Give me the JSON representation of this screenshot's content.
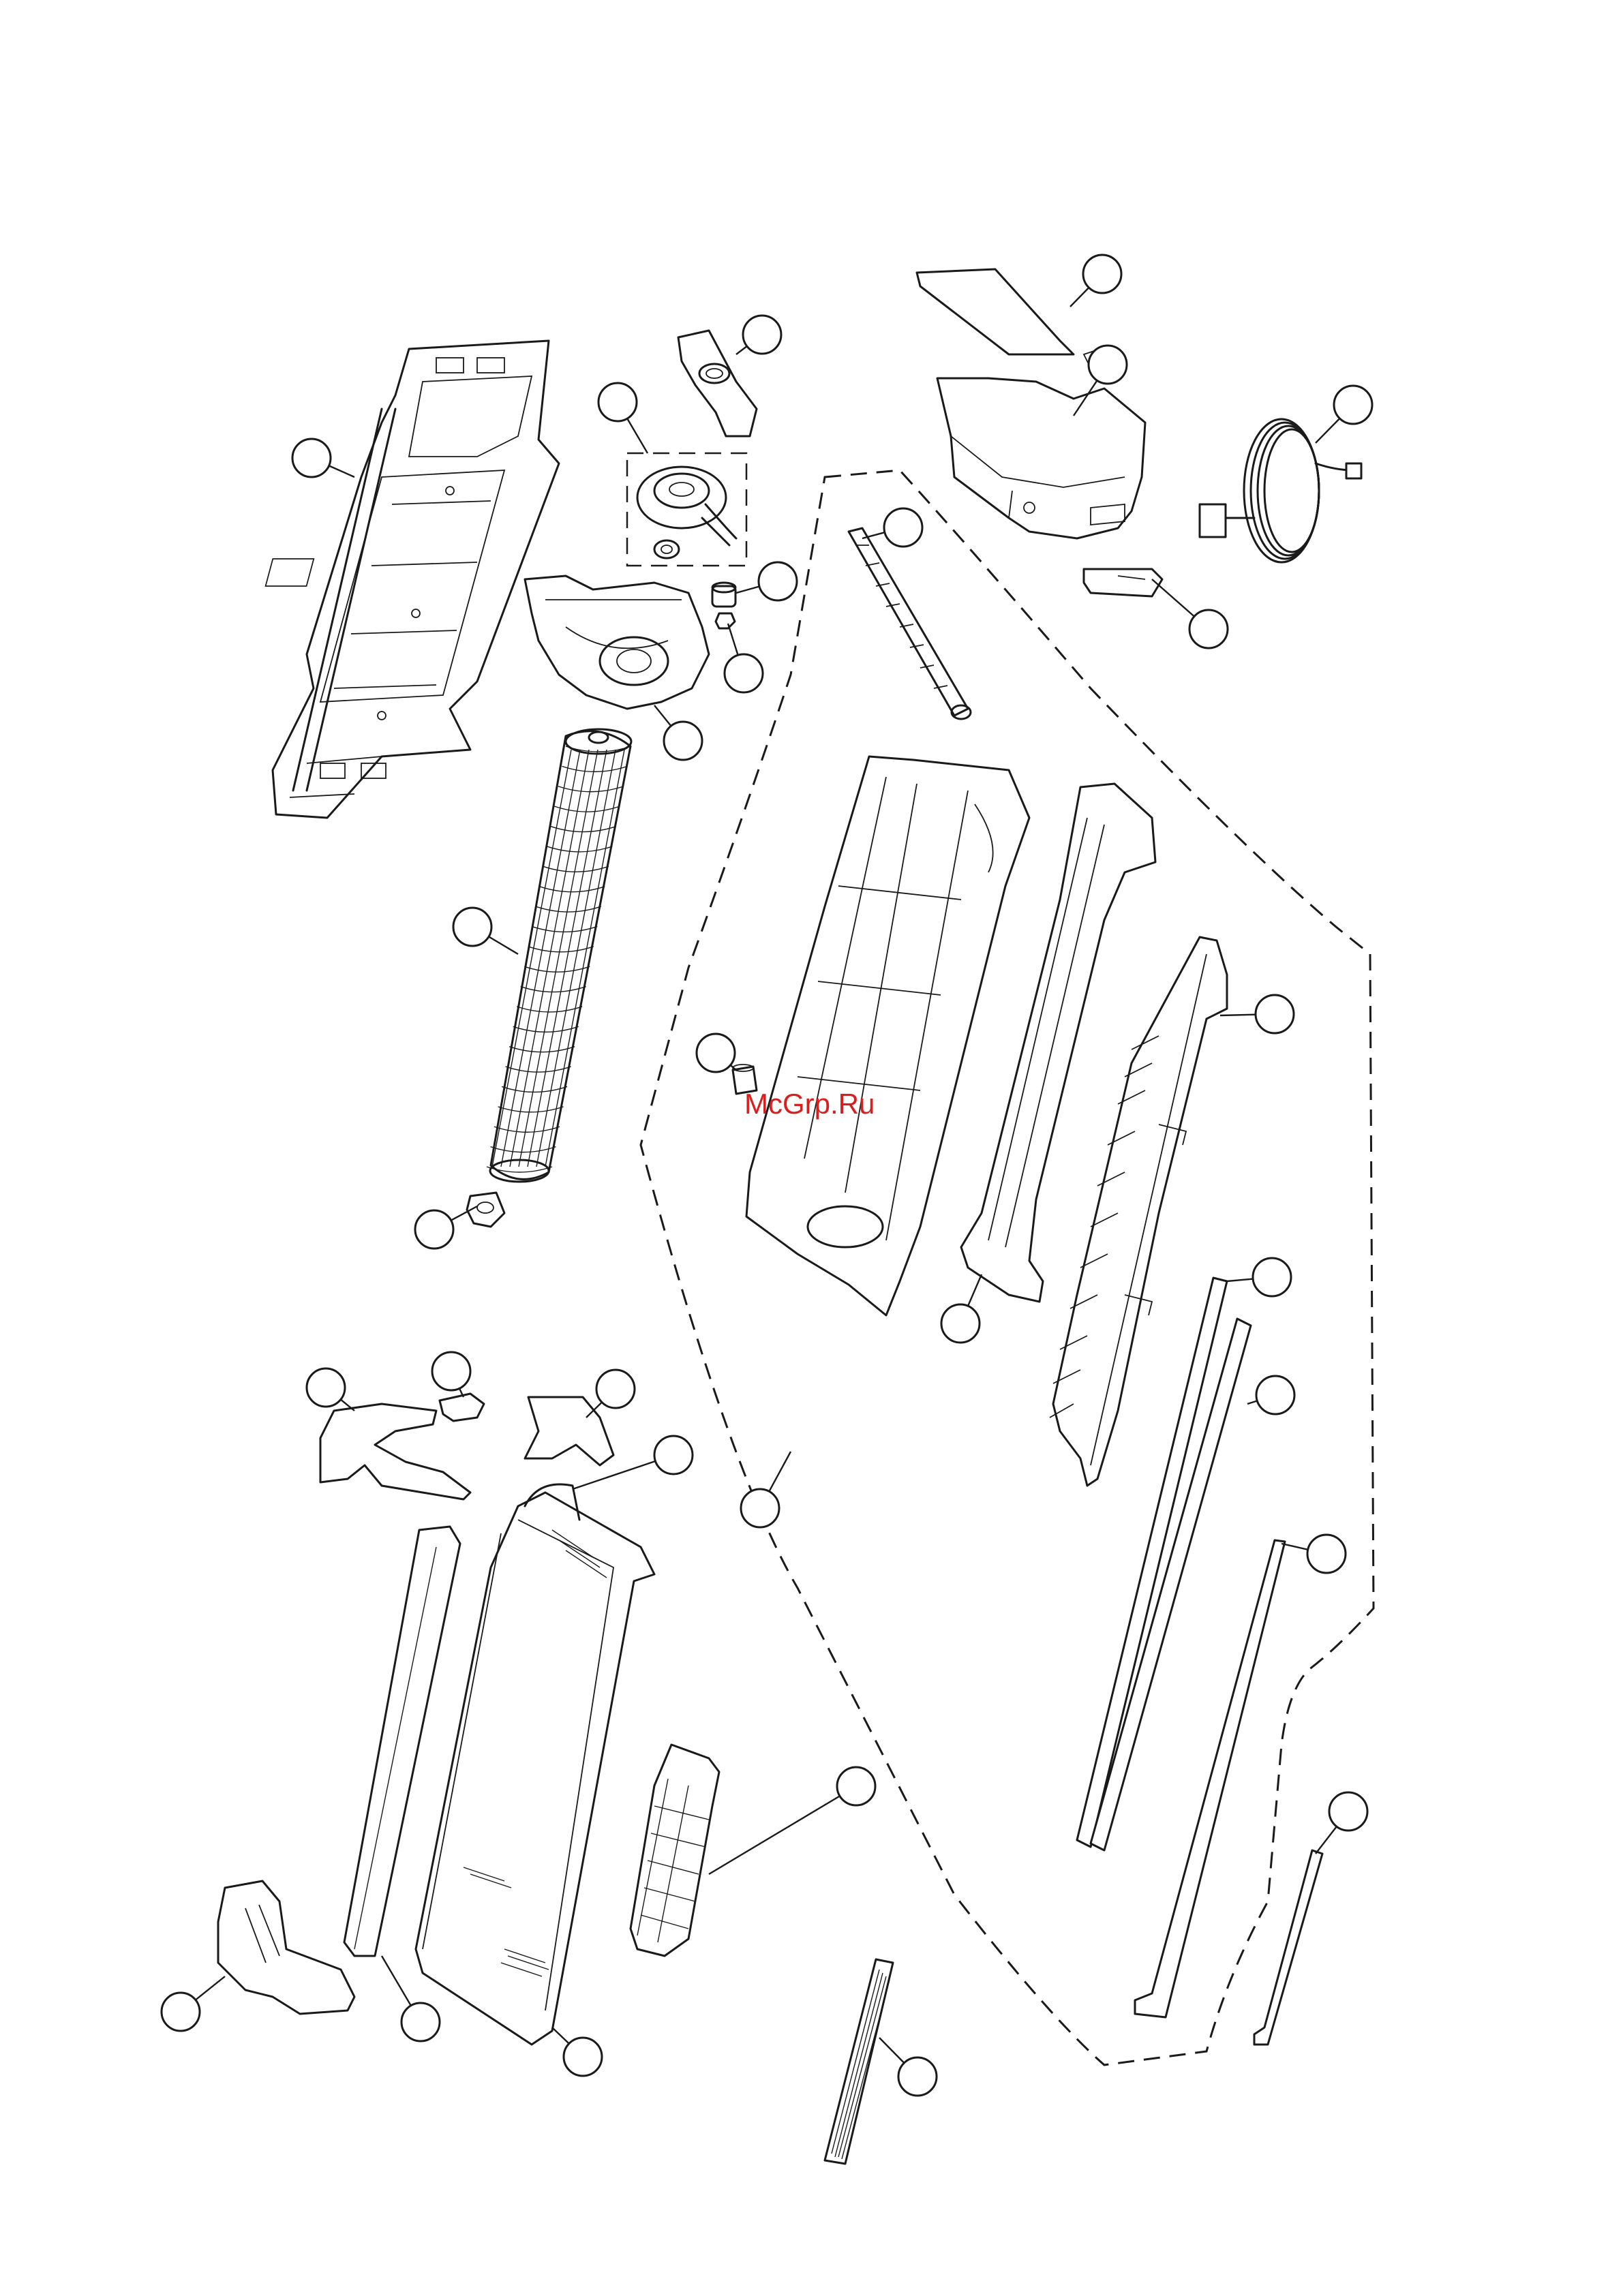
{
  "watermark": {
    "text": "McGrp.Ru",
    "color": "#d81e1e"
  },
  "diagram": {
    "type": "exploded parts diagram",
    "callouts": [
      {
        "id": "callout-1"
      },
      {
        "id": "callout-2"
      },
      {
        "id": "callout-3"
      },
      {
        "id": "callout-4"
      },
      {
        "id": "callout-5"
      },
      {
        "id": "callout-6"
      },
      {
        "id": "callout-7"
      },
      {
        "id": "callout-8"
      },
      {
        "id": "callout-9"
      },
      {
        "id": "callout-10"
      },
      {
        "id": "callout-11"
      },
      {
        "id": "callout-12"
      },
      {
        "id": "callout-13"
      },
      {
        "id": "callout-14"
      },
      {
        "id": "callout-15"
      },
      {
        "id": "callout-16"
      },
      {
        "id": "callout-17"
      },
      {
        "id": "callout-18"
      },
      {
        "id": "callout-19"
      },
      {
        "id": "callout-20"
      },
      {
        "id": "callout-21"
      },
      {
        "id": "callout-22"
      },
      {
        "id": "callout-23"
      },
      {
        "id": "callout-24"
      },
      {
        "id": "callout-25"
      },
      {
        "id": "callout-26"
      },
      {
        "id": "callout-27"
      },
      {
        "id": "callout-28"
      },
      {
        "id": "callout-29"
      },
      {
        "id": "callout-30"
      },
      {
        "id": "callout-31"
      },
      {
        "id": "callout-32"
      },
      {
        "id": "callout-33"
      },
      {
        "id": "callout-34"
      }
    ]
  }
}
